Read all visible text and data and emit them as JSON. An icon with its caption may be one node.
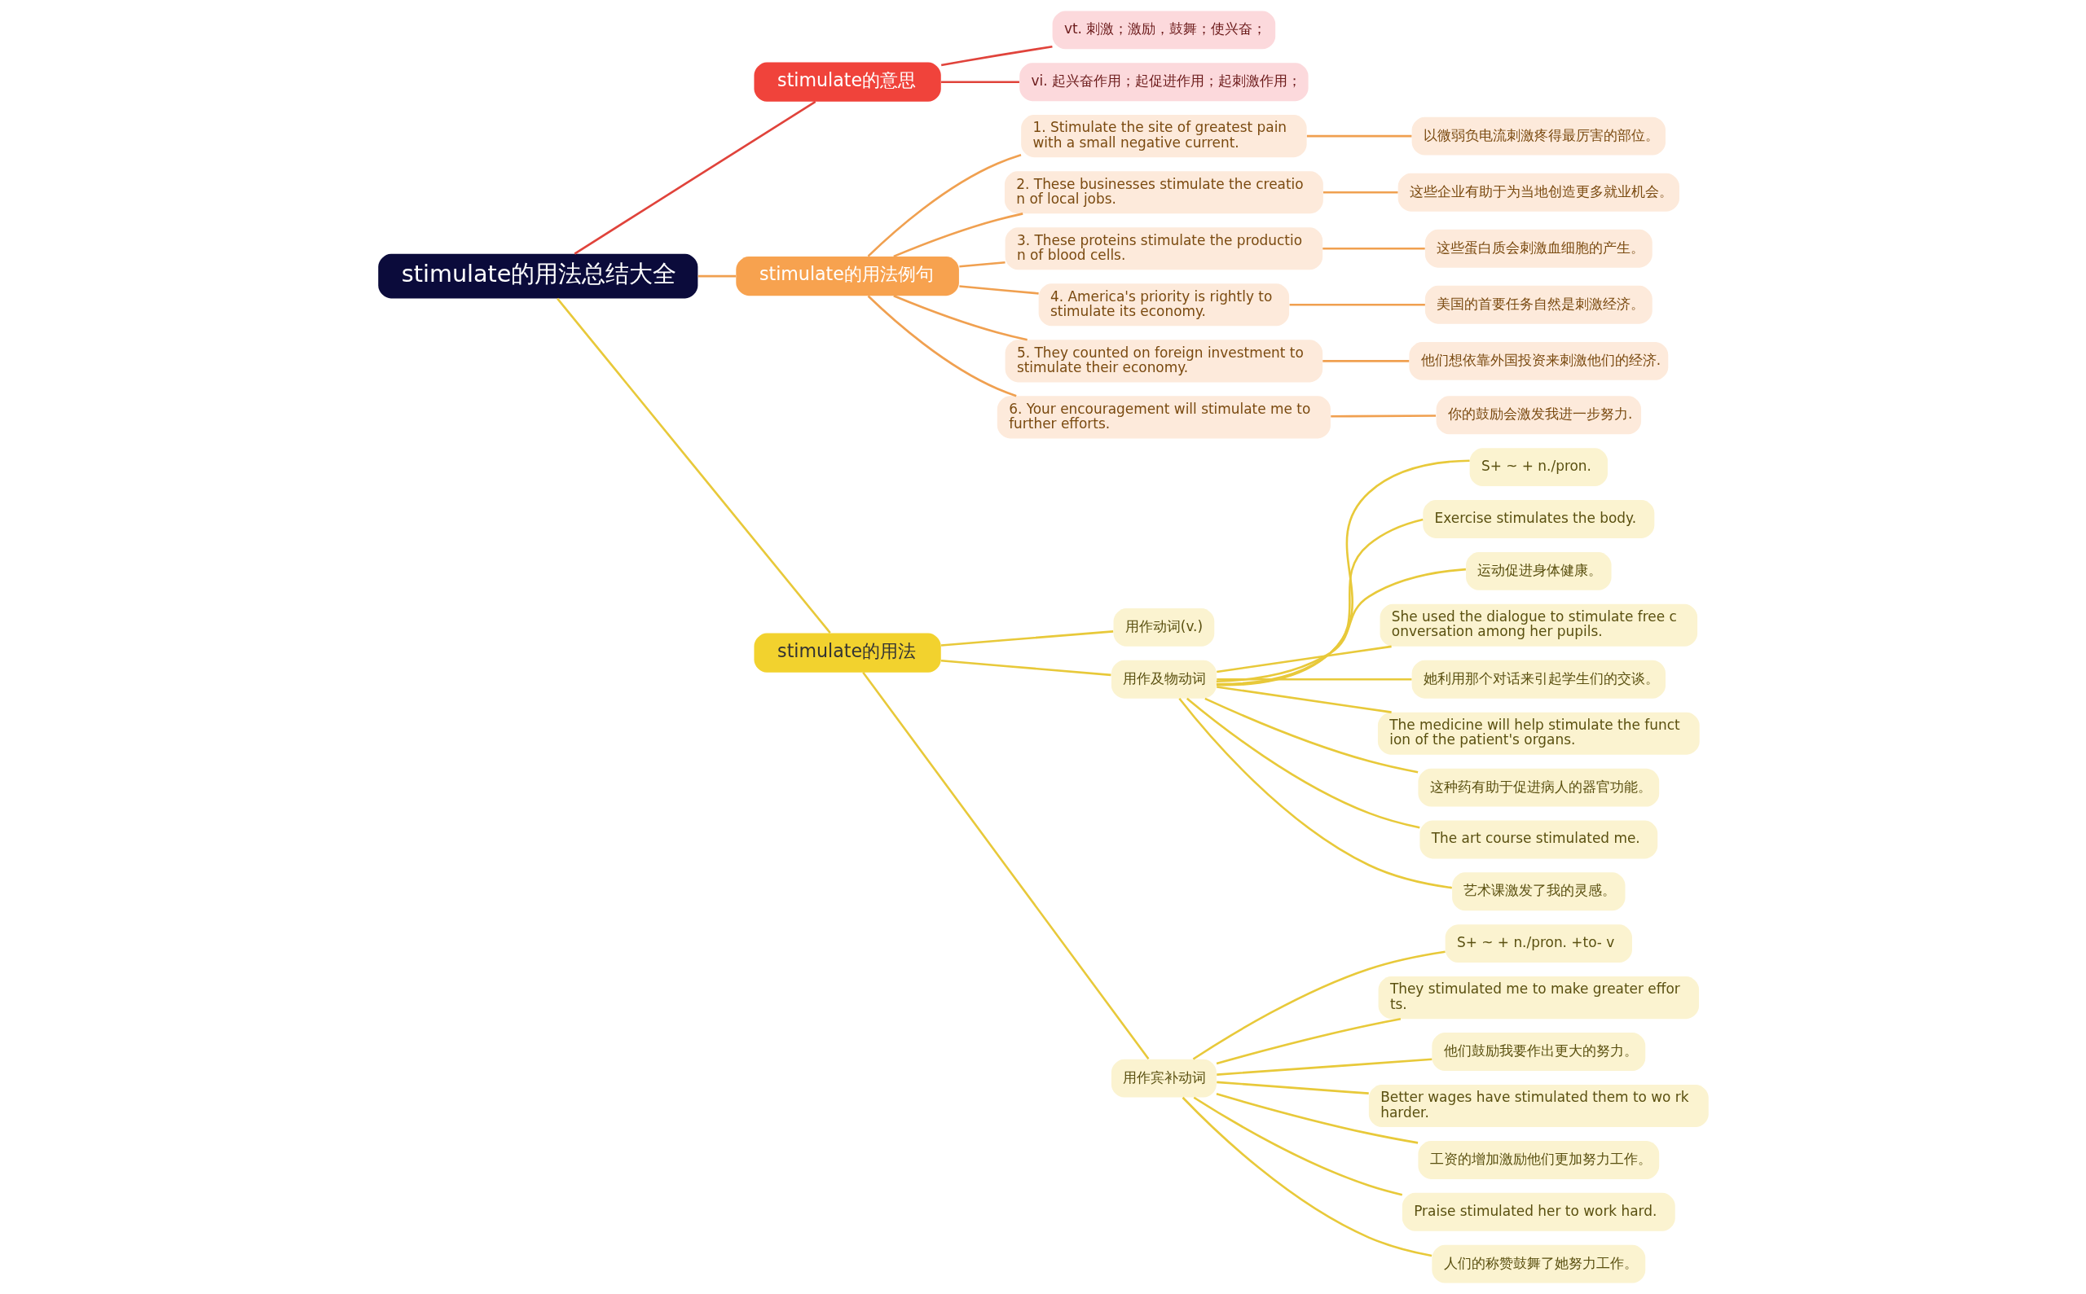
{
  "diagram": {
    "nodes": [
      {
        "text": [
          "stimulate的用法总结大全"
        ]
      },
      {
        "text": [
          "stimulate的意思"
        ]
      },
      {
        "text": [
          "vt. 刺激；激励，鼓舞；使兴奋；"
        ]
      },
      {
        "text": [
          "vi. 起兴奋作用；起促进作用；起刺激作用；"
        ]
      },
      {
        "text": [
          "stimulate的用法例句"
        ]
      },
      {
        "text": [
          "1. Stimulate the site of greatest pain with a small negative current."
        ]
      },
      {
        "text": [
          "以微弱负电流刺激疼得最厉害的部位。"
        ]
      },
      {
        "text": [
          "2. These businesses stimulate the creatio n of local jobs."
        ]
      },
      {
        "text": [
          "这些企业有助于为当地创造更多就业机会。"
        ]
      },
      {
        "text": [
          "3. These proteins stimulate the productio n of blood cells."
        ]
      },
      {
        "text": [
          "这些蛋白质会刺激血细胞的产生。"
        ]
      },
      {
        "text": [
          "4. America's priority is rightly to stimulate its economy."
        ]
      },
      {
        "text": [
          "美国的首要任务自然是刺激经济。"
        ]
      },
      {
        "text": [
          "5. They counted on foreign investment to stimulate their economy."
        ]
      },
      {
        "text": [
          "他们想依靠外国投资来刺激他们的经济."
        ]
      },
      {
        "text": [
          "6. Your encouragement will stimulate me to further efforts."
        ]
      },
      {
        "text": [
          "你的鼓励会激发我进一步努力."
        ]
      },
      {
        "text": [
          "stimulate的用法"
        ]
      },
      {
        "text": [
          "用作动词(v.)"
        ]
      },
      {
        "text": [
          "用作及物动词"
        ]
      },
      {
        "text": [
          "S+ ~ + n./pron."
        ]
      },
      {
        "text": [
          "Exercise stimulates the body."
        ]
      },
      {
        "text": [
          "运动促进身体健康。"
        ]
      },
      {
        "text": [
          "She used the dialogue to stimulate free c onversation among her pupils."
        ]
      },
      {
        "text": [
          "她利用那个对话来引起学生们的交谈。"
        ]
      },
      {
        "text": [
          "The medicine will help stimulate the funct ion of the patient's organs."
        ]
      },
      {
        "text": [
          "这种药有助于促进病人的器官功能。"
        ]
      },
      {
        "text": [
          "The art course stimulated me."
        ]
      },
      {
        "text": [
          "艺术课激发了我的灵感。"
        ]
      },
      {
        "text": [
          "用作宾补动词"
        ]
      },
      {
        "text": [
          "S+ ~ + n./pron. +to- v"
        ]
      },
      {
        "text": [
          "They stimulated me to make greater effor ts."
        ]
      },
      {
        "text": [
          "他们鼓励我要作出更大的努力。"
        ]
      },
      {
        "text": [
          "Better wages have stimulated them to wo rk harder."
        ]
      },
      {
        "text": [
          "工资的增加激励他们更加努力工作。"
        ]
      },
      {
        "text": [
          "Praise stimulated her to work hard."
        ]
      },
      {
        "text": [
          "人们的称赞鼓舞了她努力工作。"
        ]
      }
    ],
    "edges": [
      {
        "from": 0,
        "to": 1,
        "arrow": "none",
        "color": "#e0433b"
      },
      {
        "from": 1,
        "to": 2,
        "arrow": "none",
        "color": "#e0433b"
      },
      {
        "from": 1,
        "to": 3,
        "arrow": "none",
        "color": "#e0433b"
      },
      {
        "from": 0,
        "to": 4,
        "arrow": "none",
        "color": "#f0a050"
      },
      {
        "from": 4,
        "to": 5,
        "arrow": "none",
        "color": "#f0a050"
      },
      {
        "from": 5,
        "to": 6,
        "arrow": "none",
        "color": "#f0a050"
      },
      {
        "from": 4,
        "to": 7,
        "arrow": "none",
        "color": "#f0a050"
      },
      {
        "from": 7,
        "to": 8,
        "arrow": "none",
        "color": "#f0a050"
      },
      {
        "from": 4,
        "to": 9,
        "arrow": "none",
        "color": "#f0a050"
      },
      {
        "from": 9,
        "to": 10,
        "arrow": "none",
        "color": "#f0a050"
      },
      {
        "from": 4,
        "to": 11,
        "arrow": "none",
        "color": "#f0a050"
      },
      {
        "from": 11,
        "to": 12,
        "arrow": "none",
        "color": "#f0a050"
      },
      {
        "from": 4,
        "to": 13,
        "arrow": "none",
        "color": "#f0a050"
      },
      {
        "from": 13,
        "to": 14,
        "arrow": "none",
        "color": "#f0a050"
      },
      {
        "from": 4,
        "to": 15,
        "arrow": "none",
        "color": "#f0a050"
      },
      {
        "from": 15,
        "to": 16,
        "arrow": "none",
        "color": "#f0a050"
      },
      {
        "from": 0,
        "to": 17,
        "arrow": "none"
      },
      {
        "from": 17,
        "to": 18,
        "arrow": "none"
      },
      {
        "from": 17,
        "to": 19,
        "arrow": "none"
      },
      {
        "from": 19,
        "to": 20,
        "arrow": "none"
      },
      {
        "from": 19,
        "to": 21,
        "arrow": "none"
      },
      {
        "from": 19,
        "to": 22,
        "arrow": "none"
      },
      {
        "from": 19,
        "to": 23,
        "arrow": "none"
      },
      {
        "from": 19,
        "to": 24,
        "arrow": "none"
      },
      {
        "from": 19,
        "to": 25,
        "arrow": "none"
      },
      {
        "from": 19,
        "to": 26,
        "arrow": "none"
      },
      {
        "from": 19,
        "to": 27,
        "arrow": "none"
      },
      {
        "from": 19,
        "to": 28,
        "arrow": "none"
      },
      {
        "from": 17,
        "to": 29,
        "arrow": "none"
      },
      {
        "from": 29,
        "to": 30,
        "arrow": "none"
      },
      {
        "from": 29,
        "to": 31,
        "arrow": "none"
      },
      {
        "from": 29,
        "to": 32,
        "arrow": "none"
      },
      {
        "from": 29,
        "to": 33,
        "arrow": "none"
      },
      {
        "from": 29,
        "to": 34,
        "arrow": "none"
      },
      {
        "from": 29,
        "to": 35,
        "arrow": "none"
      },
      {
        "from": 29,
        "to": 36,
        "arrow": "none"
      }
    ]
  }
}
